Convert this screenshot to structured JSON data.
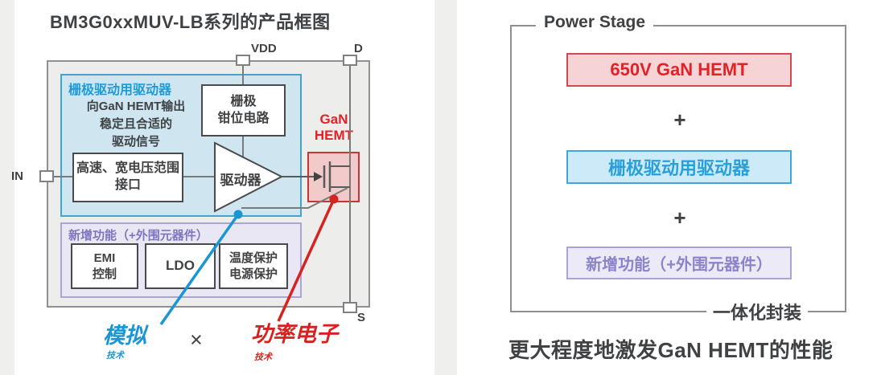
{
  "left": {
    "title": "BM3G0xxMUV-LB系列的产品框图",
    "pins": {
      "vdd": "VDD",
      "d": "D",
      "in": "IN",
      "s": "S"
    },
    "driver_block": {
      "label": "栅极驱动用驱动器",
      "desc_line1": "向GaN HEMT输出",
      "desc_line2": "稳定且合适的",
      "desc_line3": "驱动信号",
      "interface_line1": "高速、宽电压范围",
      "interface_line2": "接口",
      "driver": "驱动器",
      "clamp_line1": "栅极",
      "clamp_line2": "钳位电路"
    },
    "gan": {
      "line1": "GaN",
      "line2": "HEMT"
    },
    "addon_block": {
      "label": "新增功能（+外围元器件）",
      "emi_line1": "EMI",
      "emi_line2": "控制",
      "ldo": "LDO",
      "temp_line1": "温度保护",
      "temp_line2": "电源保护"
    },
    "callouts": {
      "analog": "模拟",
      "analog_sub": "技术",
      "times": "×",
      "power": "功率电子",
      "power_sub": "技术"
    }
  },
  "right": {
    "title": "Power Stage",
    "plus": "+",
    "items": [
      {
        "label": "650V GaN HEMT",
        "type": "red"
      },
      {
        "label": "栅极驱动用驱动器",
        "type": "blue"
      },
      {
        "label": "新增功能（+外围元器件）",
        "type": "purple"
      }
    ],
    "package_label": "一体化封装",
    "caption": "更大程度地激发GaN HEMT的性能"
  },
  "colors": {
    "accent_blue": "#1e9cd7",
    "accent_red": "#e32227",
    "accent_purple": "#7d76c0",
    "dark_text": "#3f4245",
    "blue_panel_bg": "#cfe6f1",
    "purple_panel_bg": "#e9e7f4",
    "gan_box_bg": "#f2caca",
    "outer_box_bg": "#ededec",
    "wire_gray": "#7a7a7a"
  }
}
